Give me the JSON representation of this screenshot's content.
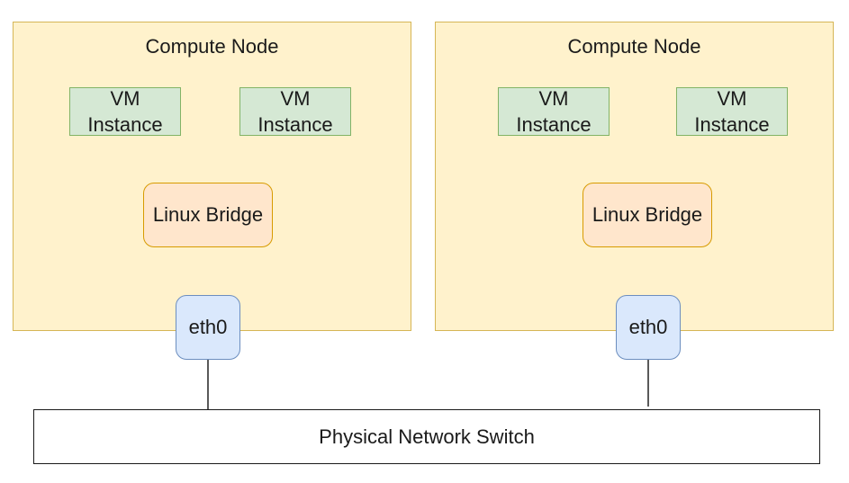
{
  "diagram": {
    "nodes": [
      {
        "title": "Compute Node",
        "vms": [
          {
            "line1": "VM",
            "line2": "Instance"
          },
          {
            "line1": "VM",
            "line2": "Instance"
          }
        ],
        "bridge": "Linux Bridge",
        "nic": "eth0"
      },
      {
        "title": "Compute Node",
        "vms": [
          {
            "line1": "VM",
            "line2": "Instance"
          },
          {
            "line1": "VM",
            "line2": "Instance"
          }
        ],
        "bridge": "Linux Bridge",
        "nic": "eth0"
      }
    ],
    "switch": "Physical Network Switch",
    "colors": {
      "node_fill": "#fff2cc",
      "node_border": "#d6b656",
      "vm_fill": "#d5e8d4",
      "vm_border": "#82b366",
      "bridge_fill": "#ffe6cc",
      "bridge_border": "#d79b00",
      "nic_fill": "#dae8fc",
      "nic_border": "#6c8ebf",
      "line": "#000000"
    }
  }
}
